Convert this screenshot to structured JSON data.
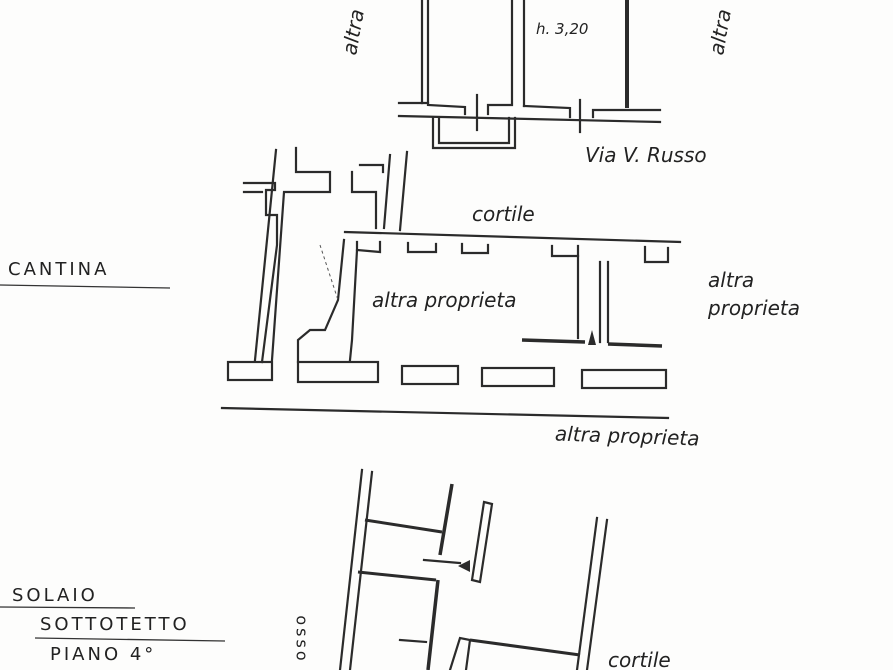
{
  "labels": {
    "altra_left": "altra",
    "altra_right": "altra",
    "height": "h. 3,20",
    "street": "Via V. Russo",
    "cortile_top": "cortile",
    "cantina": "CANTINA",
    "altra_proprieta_center": "altra proprieta",
    "altra_right_1": "altra",
    "altra_right_2": "proprieta",
    "altra_proprieta_bottom": "altra proprieta",
    "solaio": "SOLAIO",
    "sottotetto": "SOTTOTETTO",
    "piano": "PIANO 4°",
    "rosso_partial": "osso",
    "cortile_bottom": "cortile"
  },
  "colors": {
    "ink": "#2b2b2b",
    "paper": "#fdfdfc"
  }
}
